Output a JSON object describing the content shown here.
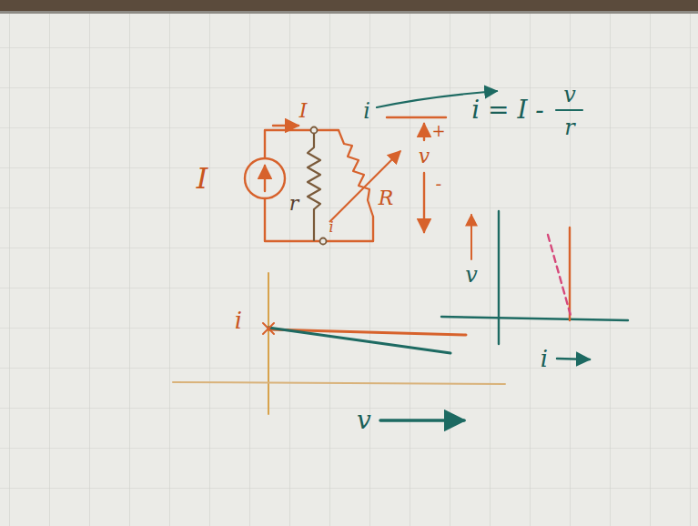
{
  "diagram": {
    "labels": [
      "I",
      "I",
      "i",
      "i = I -",
      "v",
      "r",
      "r",
      "R",
      "+",
      "v",
      "-",
      "i",
      "i",
      "v",
      "v",
      "i"
    ]
  }
}
